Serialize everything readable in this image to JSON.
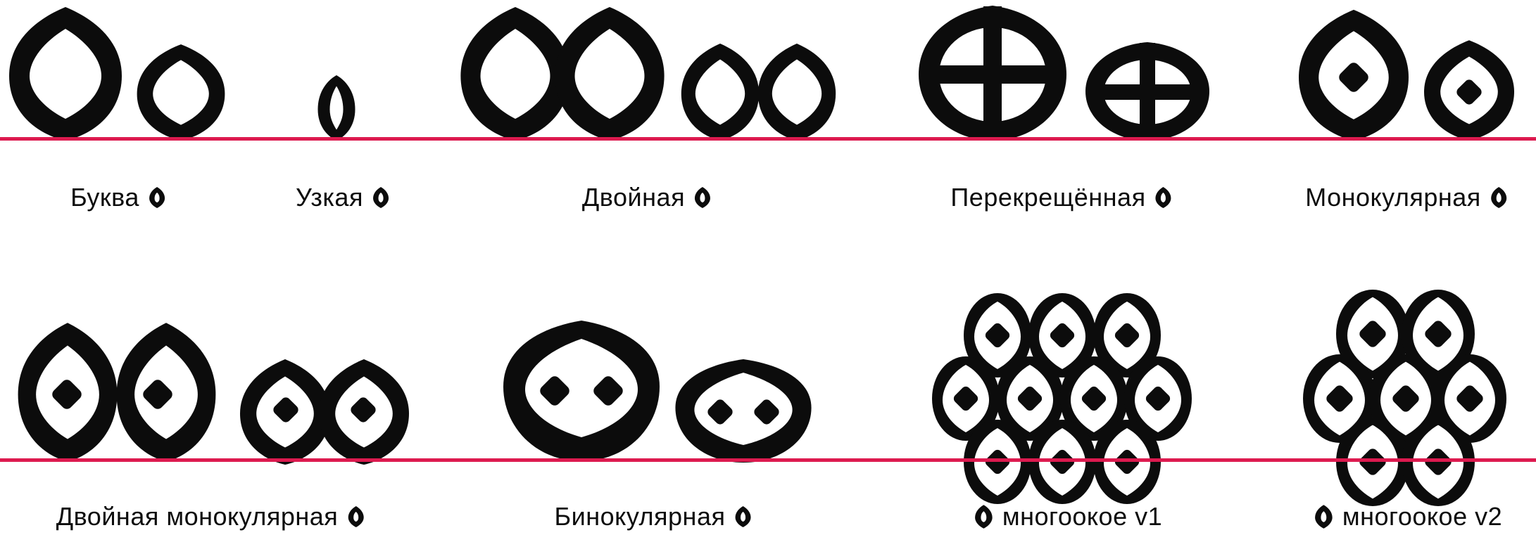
{
  "document": {
    "description": "Type specimen of Cyrillic letter O variants on red baselines",
    "language": "ru"
  },
  "colors": {
    "background": "#ffffff",
    "ink": "#0c0c0c",
    "baseline": "#dd1a4f"
  },
  "variants": {
    "bukva": {
      "label": "Буква"
    },
    "uzkaya": {
      "label": "Узкая"
    },
    "dvoynaya": {
      "label": "Двойная"
    },
    "perekreschyonnaya": {
      "label": "Перекрещённая"
    },
    "monokulyarnaya": {
      "label": "Монокулярная"
    },
    "dvoynaya_monokulyarnaya": {
      "label": "Двойная монокулярная"
    },
    "binokulyarnaya": {
      "label": "Бинокулярная"
    },
    "mnogookoe_v1": {
      "label": "многоокое v1"
    },
    "mnogookoe_v2": {
      "label": "многоокое v2"
    }
  }
}
